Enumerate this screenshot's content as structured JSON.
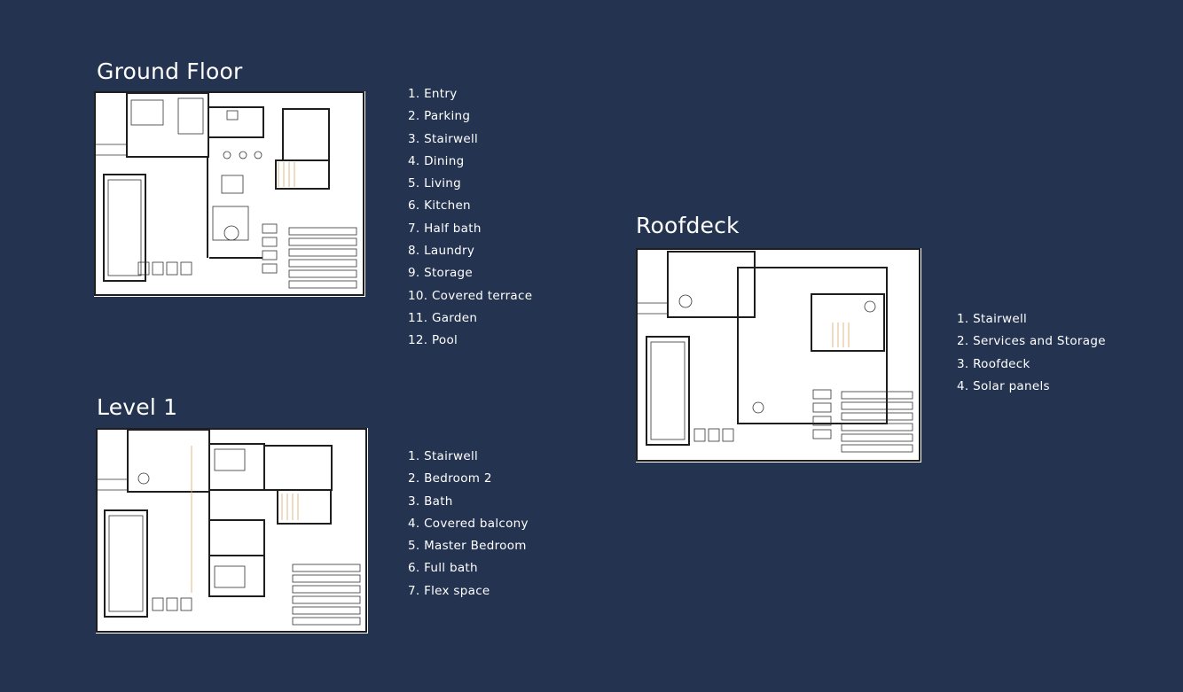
{
  "ground_floor": {
    "title": "Ground Floor",
    "legend": [
      "1. Entry",
      "2. Parking",
      "3. Stairwell",
      "4. Dining",
      "5. Living",
      "6. Kitchen",
      "7. Half bath",
      "8. Laundry",
      "9. Storage",
      "10. Covered terrace",
      "11. Garden",
      "12. Pool"
    ]
  },
  "level1": {
    "title": "Level 1",
    "legend": [
      "1. Stairwell",
      "2. Bedroom 2",
      "3. Bath",
      "4. Covered balcony",
      "5. Master Bedroom",
      "6. Full bath",
      "7. Flex space"
    ]
  },
  "roofdeck": {
    "title": "Roofdeck",
    "legend": [
      "1. Stairwell",
      "2. Services and Storage",
      "3. Roofdeck",
      "4. Solar panels"
    ]
  },
  "colors": {
    "background": "#24334f",
    "text": "#ffffff",
    "plan_background": "#ffffff",
    "plan_lines": "#1e1e1e",
    "stair_accent": "#d9a56a"
  }
}
